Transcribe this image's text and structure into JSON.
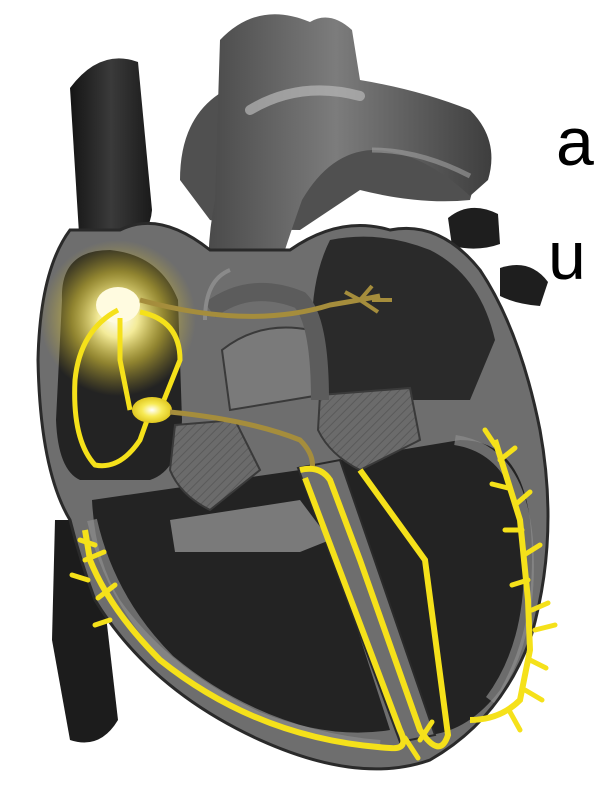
{
  "colors": {
    "background": "#ffffff",
    "vessel_dark": "#1e1e1e",
    "muscle_gray": "#595959",
    "muscle_light": "#8a8a8a",
    "chamber_dark": "#232323",
    "valve_gray": "#7a7a7a",
    "conduction": "#f5e11a",
    "conduction_dim": "#a58d3c",
    "glow": "#fff6a0"
  },
  "icons": [
    "heart-conduction-illustration"
  ],
  "edge_text": {
    "line1": "a",
    "line2": "u"
  }
}
